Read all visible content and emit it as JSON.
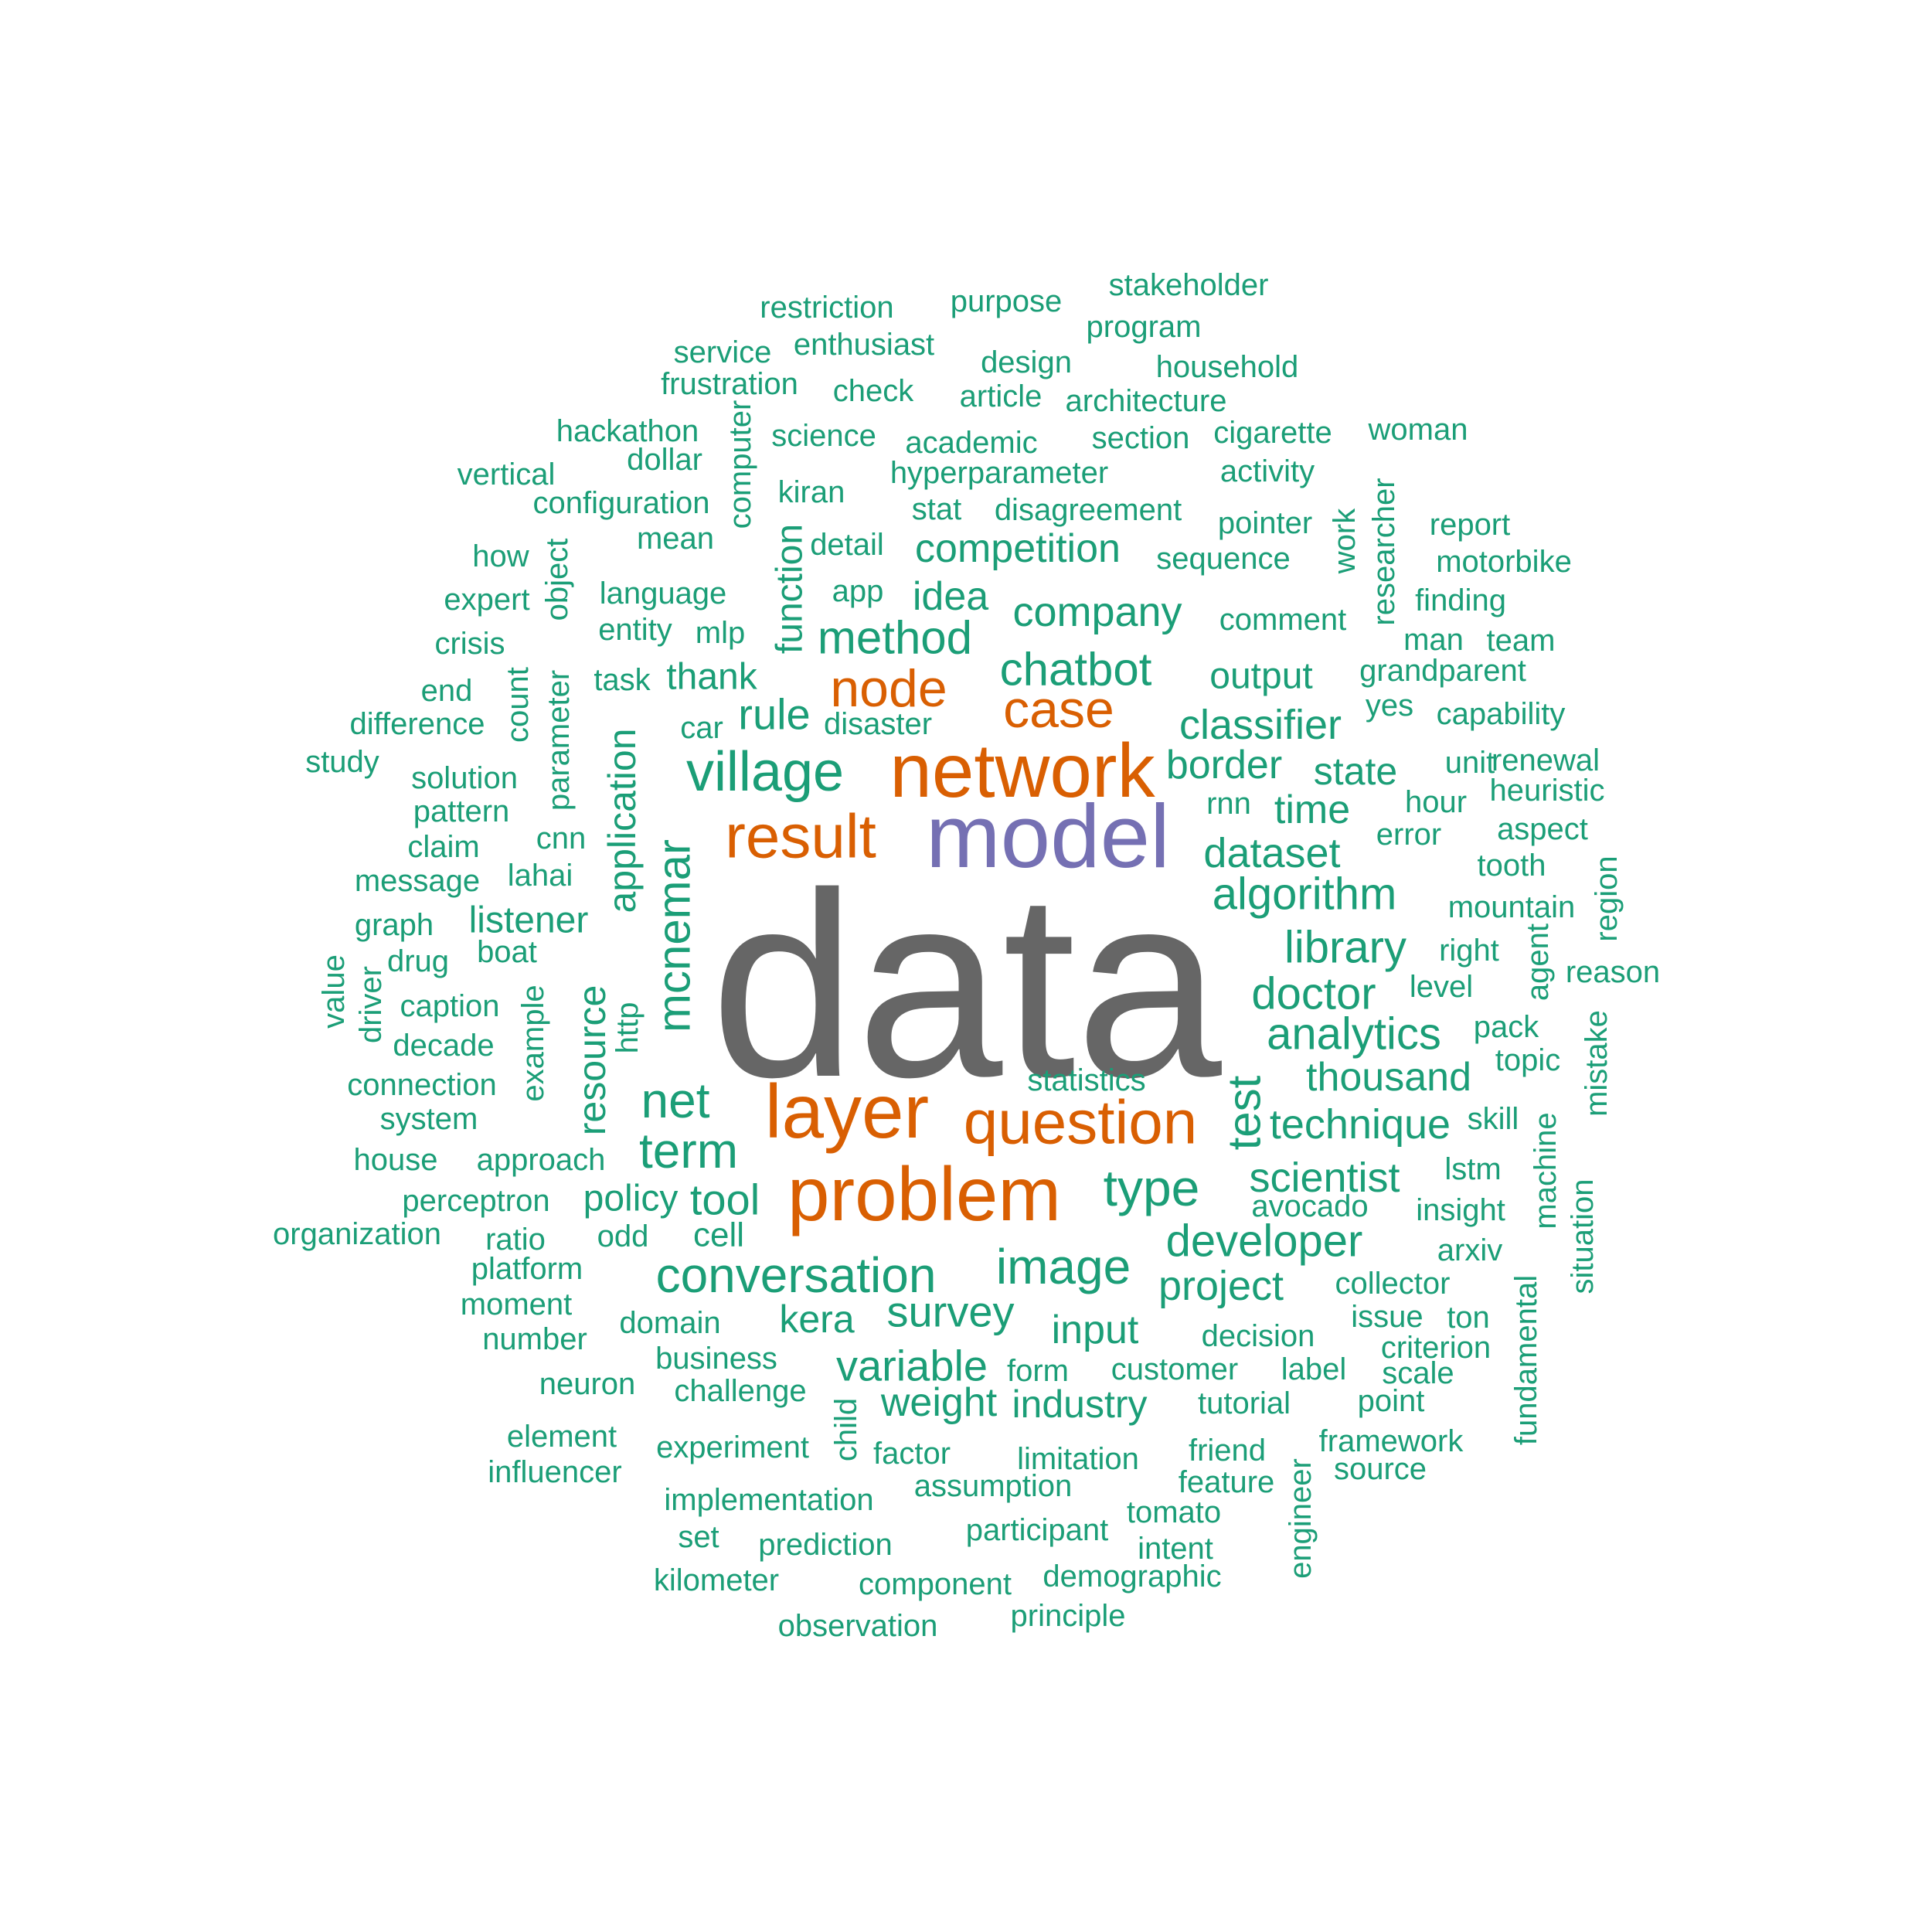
{
  "palette": {
    "top": "#666666",
    "second": "#7570B3",
    "third": "#D95F02",
    "rest": "#1B9E77"
  },
  "words": [
    {
      "t": "data",
      "c": "top"
    },
    {
      "t": "model",
      "c": "second"
    },
    {
      "t": "network",
      "c": "third"
    },
    {
      "t": "problem",
      "c": "third"
    },
    {
      "t": "layer",
      "c": "third"
    },
    {
      "t": "question",
      "c": "third"
    },
    {
      "t": "result",
      "c": "third"
    },
    {
      "t": "node",
      "c": "third"
    },
    {
      "t": "case",
      "c": "third"
    },
    {
      "t": "village",
      "c": "rest"
    },
    {
      "t": "chatbot",
      "c": "rest"
    },
    {
      "t": "mcnemar",
      "c": "rest"
    },
    {
      "t": "method",
      "c": "rest"
    },
    {
      "t": "company",
      "c": "rest"
    },
    {
      "t": "classifier",
      "c": "rest"
    },
    {
      "t": "dataset",
      "c": "rest"
    },
    {
      "t": "algorithm",
      "c": "rest"
    },
    {
      "t": "library",
      "c": "rest"
    },
    {
      "t": "doctor",
      "c": "rest"
    },
    {
      "t": "analytics",
      "c": "rest"
    },
    {
      "t": "thousand",
      "c": "rest"
    },
    {
      "t": "technique",
      "c": "rest"
    },
    {
      "t": "test",
      "c": "rest"
    },
    {
      "t": "net",
      "c": "rest"
    },
    {
      "t": "term",
      "c": "rest"
    },
    {
      "t": "type",
      "c": "rest"
    },
    {
      "t": "image",
      "c": "rest"
    },
    {
      "t": "conversation",
      "c": "rest"
    },
    {
      "t": "developer",
      "c": "rest"
    },
    {
      "t": "scientist",
      "c": "rest"
    },
    {
      "t": "survey",
      "c": "rest"
    },
    {
      "t": "project",
      "c": "rest"
    },
    {
      "t": "variable",
      "c": "rest"
    },
    {
      "t": "weight",
      "c": "rest"
    },
    {
      "t": "input",
      "c": "rest"
    },
    {
      "t": "competition",
      "c": "rest"
    },
    {
      "t": "border",
      "c": "rest"
    },
    {
      "t": "time",
      "c": "rest"
    },
    {
      "t": "output",
      "c": "rest"
    },
    {
      "t": "idea",
      "c": "rest"
    },
    {
      "t": "rule",
      "c": "rest"
    },
    {
      "t": "thank",
      "c": "rest"
    },
    {
      "t": "state",
      "c": "rest"
    },
    {
      "t": "tool",
      "c": "rest"
    },
    {
      "t": "policy",
      "c": "rest"
    },
    {
      "t": "kera",
      "c": "rest"
    },
    {
      "t": "industry",
      "c": "rest"
    },
    {
      "t": "application",
      "c": "rest"
    },
    {
      "t": "resource",
      "c": "rest"
    },
    {
      "t": "function",
      "c": "rest"
    },
    {
      "t": "listener",
      "c": "rest"
    },
    {
      "t": "cell",
      "c": "rest"
    },
    {
      "t": "restriction",
      "c": "rest"
    },
    {
      "t": "purpose",
      "c": "rest"
    },
    {
      "t": "stakeholder",
      "c": "rest"
    },
    {
      "t": "program",
      "c": "rest"
    },
    {
      "t": "service",
      "c": "rest"
    },
    {
      "t": "enthusiast",
      "c": "rest"
    },
    {
      "t": "design",
      "c": "rest"
    },
    {
      "t": "household",
      "c": "rest"
    },
    {
      "t": "frustration",
      "c": "rest"
    },
    {
      "t": "check",
      "c": "rest"
    },
    {
      "t": "article",
      "c": "rest"
    },
    {
      "t": "architecture",
      "c": "rest"
    },
    {
      "t": "hackathon",
      "c": "rest"
    },
    {
      "t": "science",
      "c": "rest"
    },
    {
      "t": "academic",
      "c": "rest"
    },
    {
      "t": "section",
      "c": "rest"
    },
    {
      "t": "cigarette",
      "c": "rest"
    },
    {
      "t": "woman",
      "c": "rest"
    },
    {
      "t": "computer",
      "c": "rest"
    },
    {
      "t": "dollar",
      "c": "rest"
    },
    {
      "t": "vertical",
      "c": "rest"
    },
    {
      "t": "hyperparameter",
      "c": "rest"
    },
    {
      "t": "activity",
      "c": "rest"
    },
    {
      "t": "researcher",
      "c": "rest"
    },
    {
      "t": "configuration",
      "c": "rest"
    },
    {
      "t": "kiran",
      "c": "rest"
    },
    {
      "t": "stat",
      "c": "rest"
    },
    {
      "t": "disagreement",
      "c": "rest"
    },
    {
      "t": "report",
      "c": "rest"
    },
    {
      "t": "pointer",
      "c": "rest"
    },
    {
      "t": "work",
      "c": "rest"
    },
    {
      "t": "mean",
      "c": "rest"
    },
    {
      "t": "detail",
      "c": "rest"
    },
    {
      "t": "how",
      "c": "rest"
    },
    {
      "t": "sequence",
      "c": "rest"
    },
    {
      "t": "motorbike",
      "c": "rest"
    },
    {
      "t": "app",
      "c": "rest"
    },
    {
      "t": "expert",
      "c": "rest"
    },
    {
      "t": "object",
      "c": "rest"
    },
    {
      "t": "language",
      "c": "rest"
    },
    {
      "t": "finding",
      "c": "rest"
    },
    {
      "t": "comment",
      "c": "rest"
    },
    {
      "t": "entity",
      "c": "rest"
    },
    {
      "t": "mlp",
      "c": "rest"
    },
    {
      "t": "crisis",
      "c": "rest"
    },
    {
      "t": "man",
      "c": "rest"
    },
    {
      "t": "team",
      "c": "rest"
    },
    {
      "t": "task",
      "c": "rest"
    },
    {
      "t": "grandparent",
      "c": "rest"
    },
    {
      "t": "end",
      "c": "rest"
    },
    {
      "t": "count",
      "c": "rest"
    },
    {
      "t": "yes",
      "c": "rest"
    },
    {
      "t": "car",
      "c": "rest"
    },
    {
      "t": "disaster",
      "c": "rest"
    },
    {
      "t": "capability",
      "c": "rest"
    },
    {
      "t": "difference",
      "c": "rest"
    },
    {
      "t": "parameter",
      "c": "rest"
    },
    {
      "t": "study",
      "c": "rest"
    },
    {
      "t": "unit",
      "c": "rest"
    },
    {
      "t": "renewal",
      "c": "rest"
    },
    {
      "t": "solution",
      "c": "rest"
    },
    {
      "t": "rnn",
      "c": "rest"
    },
    {
      "t": "heuristic",
      "c": "rest"
    },
    {
      "t": "pattern",
      "c": "rest"
    },
    {
      "t": "hour",
      "c": "rest"
    },
    {
      "t": "cnn",
      "c": "rest"
    },
    {
      "t": "aspect",
      "c": "rest"
    },
    {
      "t": "claim",
      "c": "rest"
    },
    {
      "t": "error",
      "c": "rest"
    },
    {
      "t": "tooth",
      "c": "rest"
    },
    {
      "t": "message",
      "c": "rest"
    },
    {
      "t": "lahai",
      "c": "rest"
    },
    {
      "t": "region",
      "c": "rest"
    },
    {
      "t": "mountain",
      "c": "rest"
    },
    {
      "t": "graph",
      "c": "rest"
    },
    {
      "t": "agent",
      "c": "rest"
    },
    {
      "t": "value",
      "c": "rest"
    },
    {
      "t": "boat",
      "c": "rest"
    },
    {
      "t": "right",
      "c": "rest"
    },
    {
      "t": "drug",
      "c": "rest"
    },
    {
      "t": "reason",
      "c": "rest"
    },
    {
      "t": "driver",
      "c": "rest"
    },
    {
      "t": "example",
      "c": "rest"
    },
    {
      "t": "level",
      "c": "rest"
    },
    {
      "t": "caption",
      "c": "rest"
    },
    {
      "t": "http",
      "c": "rest"
    },
    {
      "t": "pack",
      "c": "rest"
    },
    {
      "t": "mistake",
      "c": "rest"
    },
    {
      "t": "decade",
      "c": "rest"
    },
    {
      "t": "topic",
      "c": "rest"
    },
    {
      "t": "statistics",
      "c": "rest"
    },
    {
      "t": "connection",
      "c": "rest"
    },
    {
      "t": "system",
      "c": "rest"
    },
    {
      "t": "skill",
      "c": "rest"
    },
    {
      "t": "machine",
      "c": "rest"
    },
    {
      "t": "house",
      "c": "rest"
    },
    {
      "t": "approach",
      "c": "rest"
    },
    {
      "t": "lstm",
      "c": "rest"
    },
    {
      "t": "perceptron",
      "c": "rest"
    },
    {
      "t": "avocado",
      "c": "rest"
    },
    {
      "t": "insight",
      "c": "rest"
    },
    {
      "t": "situation",
      "c": "rest"
    },
    {
      "t": "organization",
      "c": "rest"
    },
    {
      "t": "ratio",
      "c": "rest"
    },
    {
      "t": "odd",
      "c": "rest"
    },
    {
      "t": "arxiv",
      "c": "rest"
    },
    {
      "t": "platform",
      "c": "rest"
    },
    {
      "t": "fundamental",
      "c": "rest"
    },
    {
      "t": "collector",
      "c": "rest"
    },
    {
      "t": "moment",
      "c": "rest"
    },
    {
      "t": "domain",
      "c": "rest"
    },
    {
      "t": "issue",
      "c": "rest"
    },
    {
      "t": "ton",
      "c": "rest"
    },
    {
      "t": "number",
      "c": "rest"
    },
    {
      "t": "decision",
      "c": "rest"
    },
    {
      "t": "criterion",
      "c": "rest"
    },
    {
      "t": "business",
      "c": "rest"
    },
    {
      "t": "customer",
      "c": "rest"
    },
    {
      "t": "form",
      "c": "rest"
    },
    {
      "t": "label",
      "c": "rest"
    },
    {
      "t": "scale",
      "c": "rest"
    },
    {
      "t": "neuron",
      "c": "rest"
    },
    {
      "t": "challenge",
      "c": "rest"
    },
    {
      "t": "tutorial",
      "c": "rest"
    },
    {
      "t": "point",
      "c": "rest"
    },
    {
      "t": "child",
      "c": "rest"
    },
    {
      "t": "element",
      "c": "rest"
    },
    {
      "t": "experiment",
      "c": "rest"
    },
    {
      "t": "factor",
      "c": "rest"
    },
    {
      "t": "limitation",
      "c": "rest"
    },
    {
      "t": "friend",
      "c": "rest"
    },
    {
      "t": "framework",
      "c": "rest"
    },
    {
      "t": "influencer",
      "c": "rest"
    },
    {
      "t": "source",
      "c": "rest"
    },
    {
      "t": "assumption",
      "c": "rest"
    },
    {
      "t": "feature",
      "c": "rest"
    },
    {
      "t": "engineer",
      "c": "rest"
    },
    {
      "t": "implementation",
      "c": "rest"
    },
    {
      "t": "tomato",
      "c": "rest"
    },
    {
      "t": "participant",
      "c": "rest"
    },
    {
      "t": "set",
      "c": "rest"
    },
    {
      "t": "prediction",
      "c": "rest"
    },
    {
      "t": "intent",
      "c": "rest"
    },
    {
      "t": "kilometer",
      "c": "rest"
    },
    {
      "t": "component",
      "c": "rest"
    },
    {
      "t": "demographic",
      "c": "rest"
    },
    {
      "t": "observation",
      "c": "rest"
    },
    {
      "t": "principle",
      "c": "rest"
    }
  ]
}
